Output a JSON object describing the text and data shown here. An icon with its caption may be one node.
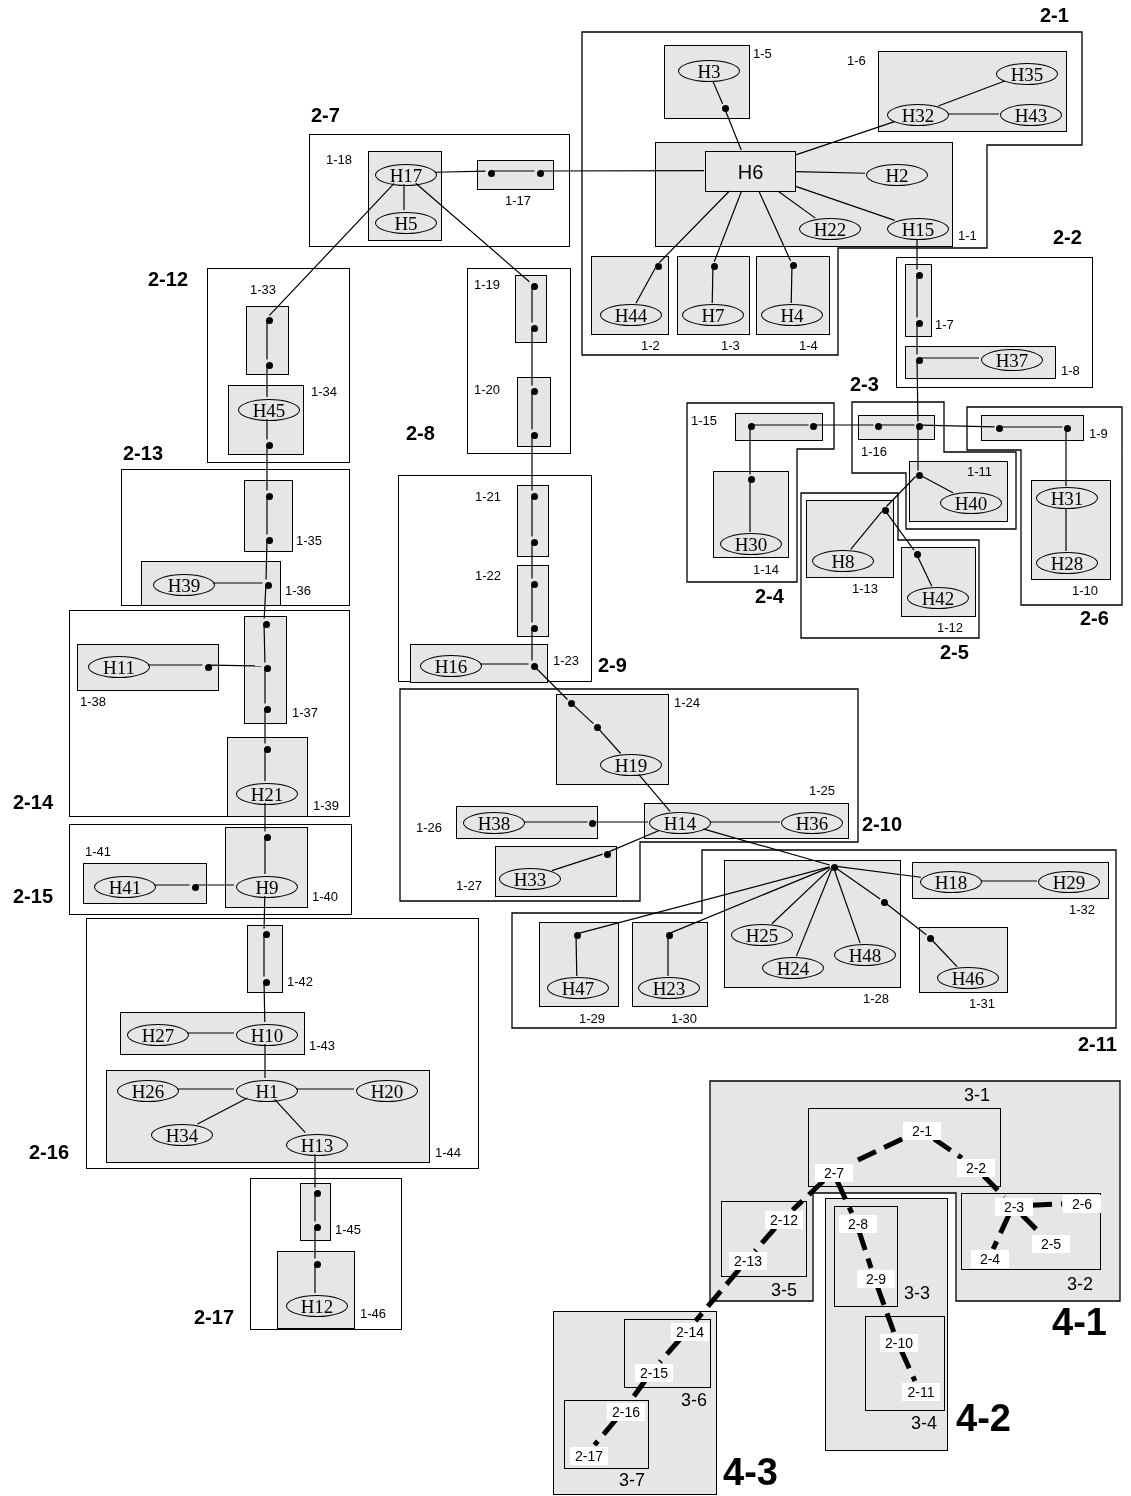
{
  "diagram": {
    "nodes": [
      {
        "text": [
          "2-1"
        ]
      },
      {
        "text": [
          "1-5"
        ],
        "in": 0
      },
      {
        "text": [
          "H3"
        ],
        "in": 1
      },
      {
        "text": [],
        "shape": "circle",
        "in": 1
      },
      {
        "text": [
          "1-6"
        ],
        "in": 0
      },
      {
        "text": [
          "H35"
        ],
        "in": 4
      },
      {
        "text": [
          "H32"
        ],
        "in": 4
      },
      {
        "text": [
          "H43"
        ],
        "in": 4
      },
      {
        "text": [
          "1-1"
        ],
        "in": 0
      },
      {
        "text": [
          "H6"
        ],
        "in": 8
      },
      {
        "text": [
          "H2"
        ],
        "in": 8
      },
      {
        "text": [
          "H22"
        ],
        "in": 8
      },
      {
        "text": [
          "H15"
        ],
        "in": 8
      },
      {
        "text": [
          "1-2"
        ],
        "in": 0
      },
      {
        "text": [
          "H44"
        ],
        "in": 13
      },
      {
        "text": [],
        "shape": "circle",
        "in": 13
      },
      {
        "text": [
          "1-3"
        ],
        "in": 0
      },
      {
        "text": [
          "H7"
        ],
        "in": 16
      },
      {
        "text": [],
        "shape": "circle",
        "in": 16
      },
      {
        "text": [
          "1-4"
        ],
        "in": 0
      },
      {
        "text": [
          "H4"
        ],
        "in": 19
      },
      {
        "text": [],
        "shape": "circle",
        "in": 19
      },
      {
        "text": [
          "2-7"
        ]
      },
      {
        "text": [
          "1-18"
        ],
        "in": 22
      },
      {
        "text": [
          "H17"
        ],
        "in": 23
      },
      {
        "text": [
          "H5"
        ],
        "in": 23
      },
      {
        "text": [
          "1-17"
        ],
        "in": 22
      },
      {
        "text": [],
        "shape": "circle",
        "in": 26
      },
      {
        "text": [],
        "shape": "circle",
        "in": 26
      },
      {
        "text": [
          "2-2"
        ]
      },
      {
        "text": [
          "1-7"
        ],
        "in": 29
      },
      {
        "text": [],
        "shape": "circle",
        "in": 30
      },
      {
        "text": [],
        "shape": "circle",
        "in": 30
      },
      {
        "text": [
          "1-8"
        ],
        "in": 29
      },
      {
        "text": [],
        "shape": "circle",
        "in": 33
      },
      {
        "text": [
          "H37"
        ],
        "in": 33
      },
      {
        "text": [
          "2-4"
        ]
      },
      {
        "text": [
          "1-15"
        ],
        "in": 36
      },
      {
        "text": [],
        "shape": "circle",
        "in": 37
      },
      {
        "text": [],
        "shape": "circle",
        "in": 37
      },
      {
        "text": [
          "1-14"
        ],
        "in": 36
      },
      {
        "text": [],
        "shape": "circle",
        "in": 40
      },
      {
        "text": [
          "H30"
        ],
        "in": 40
      },
      {
        "text": [
          "2-3"
        ]
      },
      {
        "text": [
          "1-16"
        ],
        "in": 43
      },
      {
        "text": [],
        "shape": "circle",
        "in": 44
      },
      {
        "text": [],
        "shape": "circle",
        "in": 44
      },
      {
        "text": [
          "1-11"
        ],
        "in": 43
      },
      {
        "text": [],
        "shape": "circle",
        "in": 47
      },
      {
        "text": [
          "H40"
        ],
        "in": 47
      },
      {
        "text": [
          "2-6"
        ]
      },
      {
        "text": [
          "1-9"
        ],
        "in": 50
      },
      {
        "text": [],
        "shape": "circle",
        "in": 51
      },
      {
        "text": [],
        "shape": "circle",
        "in": 51
      },
      {
        "text": [
          "1-10"
        ],
        "in": 50
      },
      {
        "text": [
          "H31"
        ],
        "in": 54
      },
      {
        "text": [
          "H28"
        ],
        "in": 54
      },
      {
        "text": [
          "2-5"
        ]
      },
      {
        "text": [
          "1-13"
        ],
        "in": 57
      },
      {
        "text": [],
        "shape": "circle",
        "in": 58
      },
      {
        "text": [
          "H8"
        ],
        "in": 58
      },
      {
        "text": [
          "1-12"
        ],
        "in": 57
      },
      {
        "text": [],
        "shape": "circle",
        "in": 61
      },
      {
        "text": [
          "H42"
        ],
        "in": 61
      },
      {
        "text": [
          "2-12"
        ]
      },
      {
        "text": [
          "1-33"
        ],
        "in": 64
      },
      {
        "text": [],
        "shape": "circle",
        "in": 65
      },
      {
        "text": [],
        "shape": "circle",
        "in": 65
      },
      {
        "text": [
          "1-34"
        ],
        "in": 64
      },
      {
        "text": [
          "H45"
        ],
        "in": 68
      },
      {
        "text": [],
        "shape": "circle",
        "in": 68
      },
      {
        "text": [
          "2-13"
        ]
      },
      {
        "text": [
          "1-35"
        ],
        "in": 71
      },
      {
        "text": [],
        "shape": "circle",
        "in": 72
      },
      {
        "text": [],
        "shape": "circle",
        "in": 72
      },
      {
        "text": [
          "1-36"
        ],
        "in": 71
      },
      {
        "text": [
          "H39"
        ],
        "in": 75
      },
      {
        "text": [],
        "shape": "circle",
        "in": 75
      },
      {
        "text": [
          "2-14"
        ]
      },
      {
        "text": [
          "1-37"
        ],
        "in": 78
      },
      {
        "text": [],
        "shape": "circle",
        "in": 79
      },
      {
        "text": [],
        "shape": "circle",
        "in": 79
      },
      {
        "text": [],
        "shape": "circle",
        "in": 79
      },
      {
        "text": [
          "1-38"
        ],
        "in": 78
      },
      {
        "text": [
          "H11"
        ],
        "in": 83
      },
      {
        "text": [],
        "shape": "circle",
        "in": 83
      },
      {
        "text": [
          "1-39"
        ],
        "in": 78
      },
      {
        "text": [],
        "shape": "circle",
        "in": 86
      },
      {
        "text": [
          "H21"
        ],
        "in": 86
      },
      {
        "text": [
          "2-15"
        ]
      },
      {
        "text": [
          "1-40"
        ],
        "in": 89
      },
      {
        "text": [],
        "shape": "circle",
        "in": 90
      },
      {
        "text": [
          "H9"
        ],
        "in": 90
      },
      {
        "text": [
          "1-41"
        ],
        "in": 89
      },
      {
        "text": [
          "H41"
        ],
        "in": 93
      },
      {
        "text": [],
        "shape": "circle",
        "in": 93
      },
      {
        "text": [
          "2-16"
        ]
      },
      {
        "text": [
          "1-42"
        ],
        "in": 96
      },
      {
        "text": [],
        "shape": "circle",
        "in": 97
      },
      {
        "text": [],
        "shape": "circle",
        "in": 97
      },
      {
        "text": [
          "1-43"
        ],
        "in": 96
      },
      {
        "text": [
          "H27"
        ],
        "in": 100
      },
      {
        "text": [
          "H10"
        ],
        "in": 100
      },
      {
        "text": [
          "1-44"
        ],
        "in": 96
      },
      {
        "text": [
          "H26"
        ],
        "in": 103
      },
      {
        "text": [
          "H1"
        ],
        "in": 103
      },
      {
        "text": [
          "H20"
        ],
        "in": 103
      },
      {
        "text": [
          "H34"
        ],
        "in": 103
      },
      {
        "text": [
          "H13"
        ],
        "in": 103
      },
      {
        "text": [
          "2-17"
        ]
      },
      {
        "text": [
          "1-45"
        ],
        "in": 109
      },
      {
        "text": [],
        "shape": "circle",
        "in": 110
      },
      {
        "text": [],
        "shape": "circle",
        "in": 110
      },
      {
        "text": [
          "1-46"
        ],
        "in": 109
      },
      {
        "text": [],
        "shape": "circle",
        "in": 113
      },
      {
        "text": [
          "H12"
        ],
        "in": 113
      },
      {
        "text": [
          "2-8"
        ]
      },
      {
        "text": [
          "1-19"
        ],
        "in": 116
      },
      {
        "text": [],
        "shape": "circle",
        "in": 117
      },
      {
        "text": [],
        "shape": "circle",
        "in": 117
      },
      {
        "text": [
          "1-20"
        ],
        "in": 116
      },
      {
        "text": [],
        "shape": "circle",
        "in": 120
      },
      {
        "text": [],
        "shape": "circle",
        "in": 120
      },
      {
        "text": [
          "2-9"
        ]
      },
      {
        "text": [
          "1-21"
        ],
        "in": 123
      },
      {
        "text": [],
        "shape": "circle",
        "in": 124
      },
      {
        "text": [],
        "shape": "circle",
        "in": 124
      },
      {
        "text": [
          "1-22"
        ],
        "in": 123
      },
      {
        "text": [],
        "shape": "circle",
        "in": 127
      },
      {
        "text": [],
        "shape": "circle",
        "in": 127
      },
      {
        "text": [
          "1-23"
        ],
        "in": 123
      },
      {
        "text": [
          "H16"
        ],
        "in": 130
      },
      {
        "text": [],
        "shape": "circle",
        "in": 130
      },
      {
        "text": [
          "2-10"
        ]
      },
      {
        "text": [
          "1-24"
        ],
        "in": 133
      },
      {
        "text": [],
        "shape": "circle",
        "in": 134
      },
      {
        "text": [],
        "shape": "circle",
        "in": 134
      },
      {
        "text": [
          "H19"
        ],
        "in": 134
      },
      {
        "text": [
          "1-25"
        ],
        "in": 133
      },
      {
        "text": [
          "H14"
        ],
        "in": 138
      },
      {
        "text": [
          "H36"
        ],
        "in": 138
      },
      {
        "text": [
          "1-26"
        ],
        "in": 133
      },
      {
        "text": [
          "H38"
        ],
        "in": 141
      },
      {
        "text": [],
        "shape": "circle",
        "in": 141
      },
      {
        "text": [
          "1-27"
        ],
        "in": 133
      },
      {
        "text": [
          "H33"
        ],
        "in": 144
      },
      {
        "text": [],
        "shape": "circle",
        "in": 144
      },
      {
        "text": [
          "2-11"
        ]
      },
      {
        "text": [
          "1-28"
        ],
        "in": 147
      },
      {
        "text": [],
        "shape": "circle",
        "in": 148
      },
      {
        "text": [],
        "shape": "circle",
        "in": 148
      },
      {
        "text": [
          "H25"
        ],
        "in": 148
      },
      {
        "text": [
          "H24"
        ],
        "in": 148
      },
      {
        "text": [
          "H48"
        ],
        "in": 148
      },
      {
        "text": [
          "1-29"
        ],
        "in": 147
      },
      {
        "text": [],
        "shape": "circle",
        "in": 154
      },
      {
        "text": [
          "H47"
        ],
        "in": 154
      },
      {
        "text": [
          "1-30"
        ],
        "in": 147
      },
      {
        "text": [],
        "shape": "circle",
        "in": 157
      },
      {
        "text": [
          "H23"
        ],
        "in": 157
      },
      {
        "text": [
          "1-31"
        ],
        "in": 147
      },
      {
        "text": [],
        "shape": "circle",
        "in": 160
      },
      {
        "text": [
          "H46"
        ],
        "in": 160
      },
      {
        "text": [
          "1-32"
        ],
        "in": 147
      },
      {
        "text": [
          "H18"
        ],
        "in": 163
      },
      {
        "text": [
          "H29"
        ],
        "in": 163
      },
      {
        "text": [
          "4-1"
        ]
      },
      {
        "text": [
          "3-1"
        ],
        "in": 166
      },
      {
        "text": [
          "2-1"
        ],
        "in": 167
      },
      {
        "text": [
          "2-2"
        ],
        "in": 167
      },
      {
        "text": [
          "2-7"
        ],
        "in": 167
      },
      {
        "text": [
          "3-2"
        ],
        "in": 166
      },
      {
        "text": [
          "2-3"
        ],
        "in": 171
      },
      {
        "text": [
          "2-6"
        ],
        "in": 171
      },
      {
        "text": [
          "2-5"
        ],
        "in": 171
      },
      {
        "text": [
          "2-4"
        ],
        "in": 171
      },
      {
        "text": [
          "3-5"
        ],
        "in": 166
      },
      {
        "text": [
          "2-12"
        ],
        "in": 176
      },
      {
        "text": [
          "2-13"
        ],
        "in": 176
      },
      {
        "text": [
          "4-2"
        ]
      },
      {
        "text": [
          "3-3"
        ],
        "in": 179
      },
      {
        "text": [
          "2-8"
        ],
        "in": 180
      },
      {
        "text": [
          "2-9"
        ],
        "in": 180
      },
      {
        "text": [
          "3-4"
        ],
        "in": 179
      },
      {
        "text": [
          "2-10"
        ],
        "in": 183
      },
      {
        "text": [
          "2-11"
        ],
        "in": 183
      },
      {
        "text": [
          "4-3"
        ]
      },
      {
        "text": [
          "3-6"
        ],
        "in": 186
      },
      {
        "text": [
          "2-14"
        ],
        "in": 187
      },
      {
        "text": [
          "2-15"
        ],
        "in": 187
      },
      {
        "text": [
          "3-7"
        ],
        "in": 186
      },
      {
        "text": [
          "2-16"
        ],
        "in": 190
      },
      {
        "text": [
          "2-17"
        ],
        "in": 190
      }
    ],
    "edges": [
      {
        "from": 2,
        "to": 3,
        "arrow": "none"
      },
      {
        "from": 3,
        "to": 9,
        "arrow": "none"
      },
      {
        "from": 9,
        "to": 6,
        "arrow": "none"
      },
      {
        "from": 6,
        "to": 5,
        "arrow": "none"
      },
      {
        "from": 6,
        "to": 7,
        "arrow": "none"
      },
      {
        "from": 9,
        "to": 10,
        "arrow": "none"
      },
      {
        "from": 9,
        "to": 11,
        "arrow": "none"
      },
      {
        "from": 9,
        "to": 12,
        "arrow": "none"
      },
      {
        "from": 9,
        "to": 15,
        "arrow": "none"
      },
      {
        "from": 15,
        "to": 14,
        "arrow": "none"
      },
      {
        "from": 9,
        "to": 18,
        "arrow": "none"
      },
      {
        "from": 18,
        "to": 17,
        "arrow": "none"
      },
      {
        "from": 9,
        "to": 21,
        "arrow": "none"
      },
      {
        "from": 21,
        "to": 20,
        "arrow": "none"
      },
      {
        "from": 9,
        "to": 28,
        "arrow": "none"
      },
      {
        "from": 28,
        "to": 27,
        "arrow": "none"
      },
      {
        "from": 27,
        "to": 24,
        "arrow": "none"
      },
      {
        "from": 24,
        "to": 25,
        "arrow": "none"
      },
      {
        "from": 24,
        "to": 66,
        "arrow": "none"
      },
      {
        "from": 24,
        "to": 118,
        "arrow": "none"
      },
      {
        "from": 12,
        "to": 31,
        "arrow": "none"
      },
      {
        "from": 31,
        "to": 32,
        "arrow": "none"
      },
      {
        "from": 32,
        "to": 34,
        "arrow": "none"
      },
      {
        "from": 34,
        "to": 35,
        "arrow": "none"
      },
      {
        "from": 34,
        "to": 46,
        "arrow": "none"
      },
      {
        "from": 46,
        "to": 48,
        "arrow": "none"
      },
      {
        "from": 48,
        "to": 49,
        "arrow": "none"
      },
      {
        "from": 48,
        "to": 59,
        "arrow": "none"
      },
      {
        "from": 59,
        "to": 60,
        "arrow": "none"
      },
      {
        "from": 59,
        "to": 62,
        "arrow": "none"
      },
      {
        "from": 62,
        "to": 63,
        "arrow": "none"
      },
      {
        "from": 38,
        "to": 39,
        "arrow": "none"
      },
      {
        "from": 39,
        "to": 45,
        "arrow": "none"
      },
      {
        "from": 45,
        "to": 46,
        "arrow": "none"
      },
      {
        "from": 46,
        "to": 52,
        "arrow": "none"
      },
      {
        "from": 52,
        "to": 53,
        "arrow": "none"
      },
      {
        "from": 38,
        "to": 41,
        "arrow": "none"
      },
      {
        "from": 41,
        "to": 42,
        "arrow": "none"
      },
      {
        "from": 53,
        "to": 55,
        "arrow": "none"
      },
      {
        "from": 55,
        "to": 56,
        "arrow": "none"
      },
      {
        "from": 66,
        "to": 67,
        "arrow": "none"
      },
      {
        "from": 67,
        "to": 69,
        "arrow": "none"
      },
      {
        "from": 69,
        "to": 70,
        "arrow": "none"
      },
      {
        "from": 70,
        "to": 73,
        "arrow": "none"
      },
      {
        "from": 73,
        "to": 74,
        "arrow": "none"
      },
      {
        "from": 74,
        "to": 77,
        "arrow": "none"
      },
      {
        "from": 76,
        "to": 77,
        "arrow": "none"
      },
      {
        "from": 77,
        "to": 80,
        "arrow": "none"
      },
      {
        "from": 80,
        "to": 81,
        "arrow": "none"
      },
      {
        "from": 84,
        "to": 85,
        "arrow": "none"
      },
      {
        "from": 85,
        "to": 81,
        "arrow": "none"
      },
      {
        "from": 81,
        "to": 82,
        "arrow": "none"
      },
      {
        "from": 82,
        "to": 87,
        "arrow": "none"
      },
      {
        "from": 87,
        "to": 88,
        "arrow": "none"
      },
      {
        "from": 88,
        "to": 91,
        "arrow": "none"
      },
      {
        "from": 91,
        "to": 92,
        "arrow": "none"
      },
      {
        "from": 94,
        "to": 95,
        "arrow": "none"
      },
      {
        "from": 95,
        "to": 92,
        "arrow": "none"
      },
      {
        "from": 92,
        "to": 98,
        "arrow": "none"
      },
      {
        "from": 98,
        "to": 99,
        "arrow": "none"
      },
      {
        "from": 99,
        "to": 102,
        "arrow": "none"
      },
      {
        "from": 101,
        "to": 102,
        "arrow": "none"
      },
      {
        "from": 102,
        "to": 105,
        "arrow": "none"
      },
      {
        "from": 104,
        "to": 105,
        "arrow": "none"
      },
      {
        "from": 105,
        "to": 106,
        "arrow": "none"
      },
      {
        "from": 105,
        "to": 107,
        "arrow": "none"
      },
      {
        "from": 105,
        "to": 108,
        "arrow": "none"
      },
      {
        "from": 108,
        "to": 111,
        "arrow": "none"
      },
      {
        "from": 111,
        "to": 112,
        "arrow": "none"
      },
      {
        "from": 112,
        "to": 114,
        "arrow": "none"
      },
      {
        "from": 114,
        "to": 115,
        "arrow": "none"
      },
      {
        "from": 118,
        "to": 119,
        "arrow": "none"
      },
      {
        "from": 119,
        "to": 121,
        "arrow": "none"
      },
      {
        "from": 121,
        "to": 122,
        "arrow": "none"
      },
      {
        "from": 122,
        "to": 125,
        "arrow": "none"
      },
      {
        "from": 125,
        "to": 126,
        "arrow": "none"
      },
      {
        "from": 126,
        "to": 128,
        "arrow": "none"
      },
      {
        "from": 128,
        "to": 129,
        "arrow": "none"
      },
      {
        "from": 129,
        "to": 132,
        "arrow": "none"
      },
      {
        "from": 131,
        "to": 132,
        "arrow": "none"
      },
      {
        "from": 132,
        "to": 135,
        "arrow": "none"
      },
      {
        "from": 135,
        "to": 136,
        "arrow": "none"
      },
      {
        "from": 136,
        "to": 137,
        "arrow": "none"
      },
      {
        "from": 137,
        "to": 139,
        "arrow": "none"
      },
      {
        "from": 139,
        "to": 140,
        "arrow": "none"
      },
      {
        "from": 142,
        "to": 143,
        "arrow": "none"
      },
      {
        "from": 143,
        "to": 139,
        "arrow": "none"
      },
      {
        "from": 145,
        "to": 146,
        "arrow": "none"
      },
      {
        "from": 146,
        "to": 139,
        "arrow": "none"
      },
      {
        "from": 139,
        "to": 149,
        "arrow": "none"
      },
      {
        "from": 149,
        "to": 151,
        "arrow": "none"
      },
      {
        "from": 149,
        "to": 152,
        "arrow": "none"
      },
      {
        "from": 149,
        "to": 153,
        "arrow": "none"
      },
      {
        "from": 149,
        "to": 150,
        "arrow": "none"
      },
      {
        "from": 150,
        "to": 161,
        "arrow": "none"
      },
      {
        "from": 161,
        "to": 162,
        "arrow": "none"
      },
      {
        "from": 149,
        "to": 164,
        "arrow": "none"
      },
      {
        "from": 164,
        "to": 165,
        "arrow": "none"
      },
      {
        "from": 149,
        "to": 155,
        "arrow": "none"
      },
      {
        "from": 155,
        "to": 156,
        "arrow": "none"
      },
      {
        "from": 149,
        "to": 158,
        "arrow": "none"
      },
      {
        "from": 158,
        "to": 159,
        "arrow": "none"
      },
      {
        "from": 168,
        "to": 170,
        "arrow": "none",
        "style": "dashed"
      },
      {
        "from": 168,
        "to": 169,
        "arrow": "none",
        "style": "dashed"
      },
      {
        "from": 169,
        "to": 172,
        "arrow": "none",
        "style": "dashed"
      },
      {
        "from": 172,
        "to": 173,
        "arrow": "none",
        "style": "dashed"
      },
      {
        "from": 172,
        "to": 175,
        "arrow": "none",
        "style": "dashed"
      },
      {
        "from": 172,
        "to": 174,
        "arrow": "none",
        "style": "dashed"
      },
      {
        "from": 170,
        "to": 177,
        "arrow": "none",
        "style": "dashed"
      },
      {
        "from": 177,
        "to": 178,
        "arrow": "none",
        "style": "dashed"
      },
      {
        "from": 178,
        "to": 188,
        "arrow": "none",
        "style": "dashed"
      },
      {
        "from": 188,
        "to": 189,
        "arrow": "none",
        "style": "dashed"
      },
      {
        "from": 189,
        "to": 191,
        "arrow": "none",
        "style": "dashed"
      },
      {
        "from": 191,
        "to": 192,
        "arrow": "none",
        "style": "dashed"
      },
      {
        "from": 170,
        "to": 181,
        "arrow": "none",
        "style": "dashed"
      },
      {
        "from": 181,
        "to": 182,
        "arrow": "none",
        "style": "dashed"
      },
      {
        "from": 182,
        "to": 184,
        "arrow": "none",
        "style": "dashed"
      },
      {
        "from": 184,
        "to": 185,
        "arrow": "none",
        "style": "dashed"
      }
    ]
  }
}
